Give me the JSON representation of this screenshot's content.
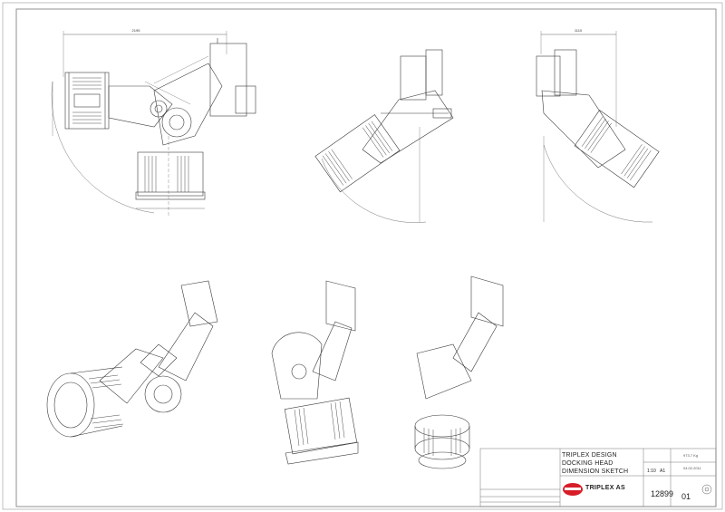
{
  "title_block": {
    "title_lines": [
      "TRIPLEX DESIGN",
      "DOCKING HEAD",
      "DIMENSION SKETCH"
    ],
    "scale": "1:10",
    "size": "A1",
    "drawing_number": "12899",
    "sheet": "01",
    "company": "TRIPLEX AS",
    "weight": "973.7 Kg",
    "date": "04.02.2011"
  },
  "dimensions": {
    "top_width": "2195",
    "right_width": "1110"
  },
  "colors": {
    "line": "#3a3a3a",
    "border": "#777777",
    "logo_red": "#d71e28"
  }
}
